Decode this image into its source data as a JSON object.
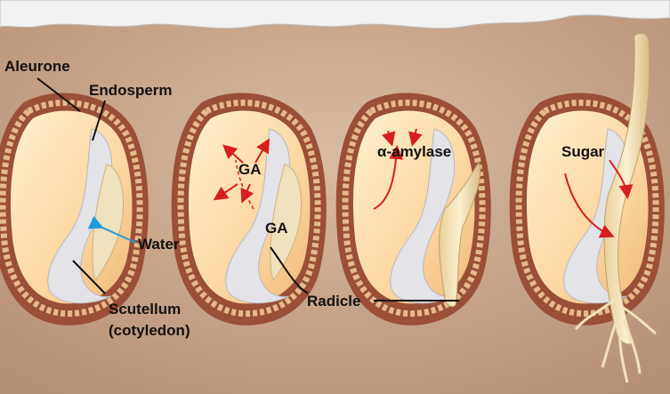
{
  "labels": {
    "aleurone": "Aleurone",
    "endosperm": "Endosperm",
    "water": "Water",
    "scutellum": "Scutellum",
    "cotyledon": "(cotyledon)",
    "ga_top": "GA",
    "ga_bottom": "GA",
    "alpha_amylase": "α-amylase",
    "radicle": "Radicle",
    "sugar": "Sugar"
  },
  "colors": {
    "background": "#c9a98f",
    "soil_top": "#f2f2f2",
    "aleurone_layer": "#9a4f36",
    "aleurone_cells": "#e6b98a",
    "endosperm": "#fbd9a3",
    "embryo": "#e3e2e6",
    "cotyledon": "#efe1bc",
    "radicle": "#f2e2b8",
    "arrow_red": "#d81e1e",
    "arrow_blue": "#1e9be0"
  }
}
